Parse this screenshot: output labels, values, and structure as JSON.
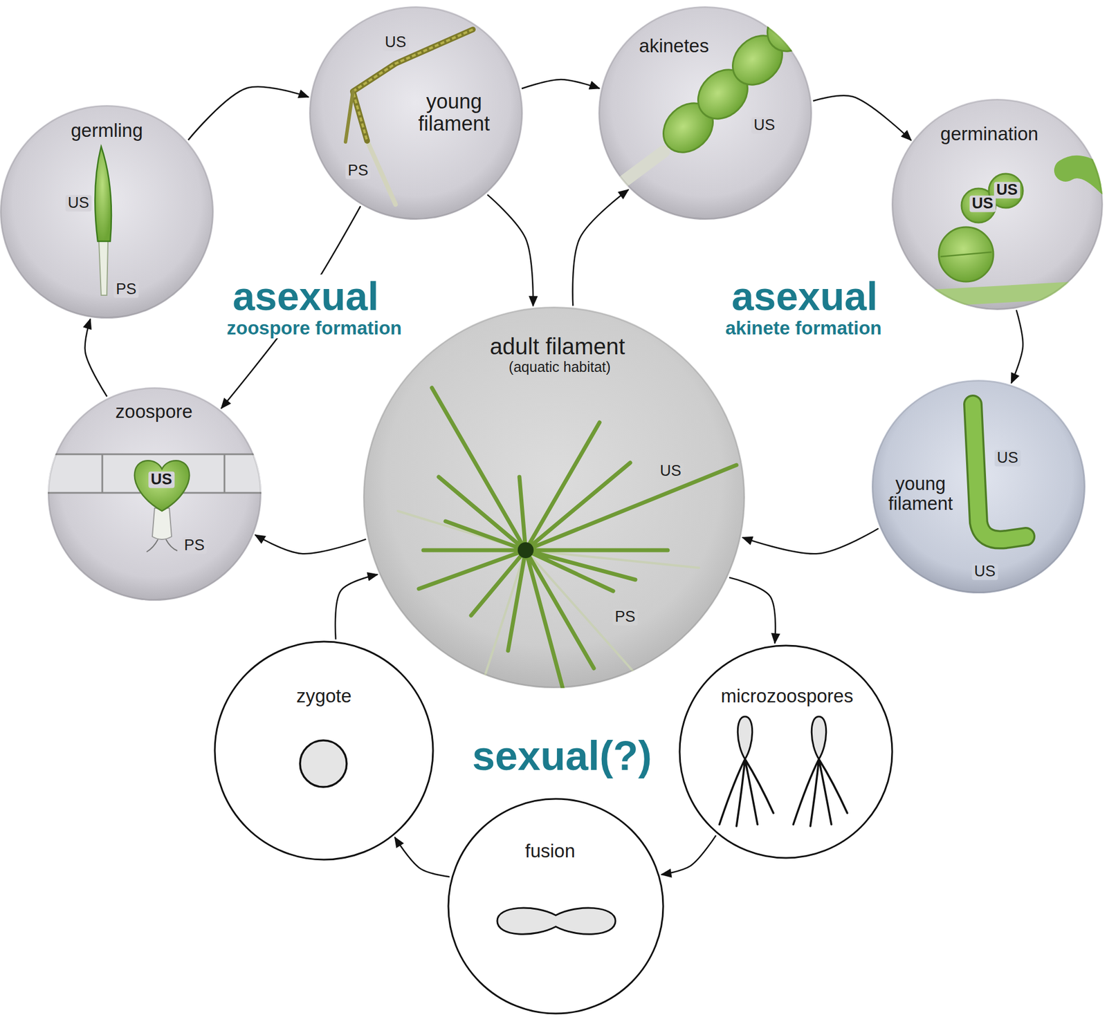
{
  "diagram": {
    "nodes": [
      {
        "text": [
          "US",
          "young filament",
          "PS"
        ]
      },
      {
        "text": [
          "akinetes",
          "US"
        ]
      },
      {
        "text": [
          "germling",
          "US",
          "PS"
        ]
      },
      {
        "text": [
          "germination",
          "US",
          "US"
        ]
      },
      {
        "text": [
          "zoospore",
          "US",
          "PS"
        ]
      },
      {
        "text": [
          "adult filament",
          "(aquatic habitat)",
          "US",
          "PS"
        ]
      },
      {
        "text": [
          "US",
          "young filament",
          "US"
        ]
      },
      {
        "text": [
          "zygote"
        ]
      },
      {
        "text": [
          "microzoospores"
        ]
      },
      {
        "text": [
          "fusion"
        ]
      }
    ],
    "edges": [
      {
        "from": 2,
        "to": 0,
        "arrow": "to"
      },
      {
        "from": 0,
        "to": 1,
        "arrow": "to"
      },
      {
        "from": 1,
        "to": 3,
        "arrow": "to"
      },
      {
        "from": 3,
        "to": 6,
        "arrow": "to"
      },
      {
        "from": 6,
        "to": 5,
        "arrow": "to"
      },
      {
        "from": 5,
        "to": 4,
        "arrow": "to"
      },
      {
        "from": 4,
        "to": 2,
        "arrow": "to"
      },
      {
        "from": 0,
        "to": 4,
        "arrow": "to"
      },
      {
        "from": 0,
        "to": 5,
        "arrow": "to"
      },
      {
        "from": 5,
        "to": 1,
        "arrow": "to"
      },
      {
        "from": 5,
        "to": 8,
        "arrow": "to"
      },
      {
        "from": 8,
        "to": 9,
        "arrow": "to"
      },
      {
        "from": 9,
        "to": 7,
        "arrow": "to"
      },
      {
        "from": 7,
        "to": 5,
        "arrow": "to"
      }
    ],
    "labels": [
      "asexual",
      "zoospore formation",
      "asexual",
      "akinete formation",
      "sexual(?)"
    ]
  }
}
